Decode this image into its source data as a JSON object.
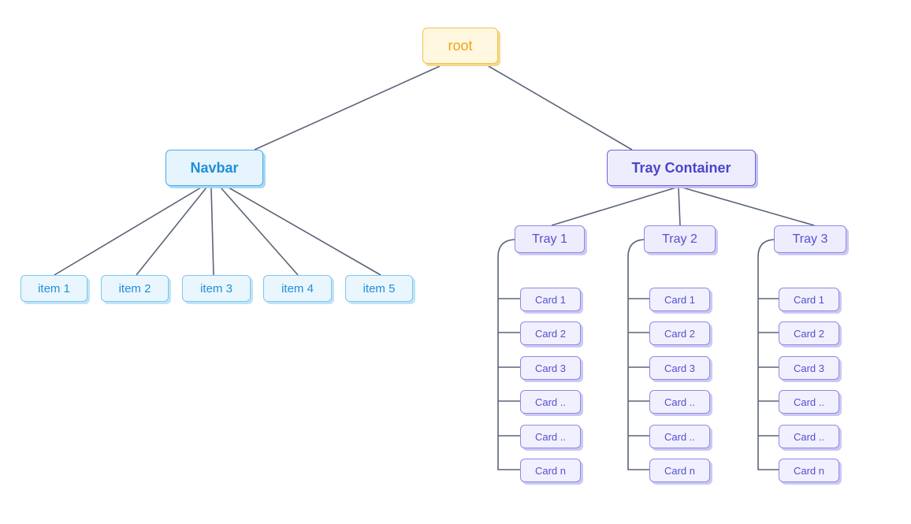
{
  "root": {
    "label": "root"
  },
  "navbar": {
    "label": "Navbar",
    "items": [
      "item 1",
      "item 2",
      "item 3",
      "item 4",
      "item 5"
    ]
  },
  "tray_container": {
    "label": "Tray Container",
    "trays": [
      {
        "label": "Tray 1",
        "cards": [
          "Card 1",
          "Card 2",
          "Card 3",
          "Card ..",
          "Card ..",
          "Card n"
        ]
      },
      {
        "label": "Tray 2",
        "cards": [
          "Card 1",
          "Card 2",
          "Card 3",
          "Card ..",
          "Card ..",
          "Card n"
        ]
      },
      {
        "label": "Tray 3",
        "cards": [
          "Card 1",
          "Card 2",
          "Card 3",
          "Card ..",
          "Card ..",
          "Card n"
        ]
      }
    ]
  },
  "colors": {
    "edge": "#5b6577",
    "root_text": "#f0a416",
    "navbar_text": "#1f8fd6",
    "tray_text": "#4a45c8"
  }
}
